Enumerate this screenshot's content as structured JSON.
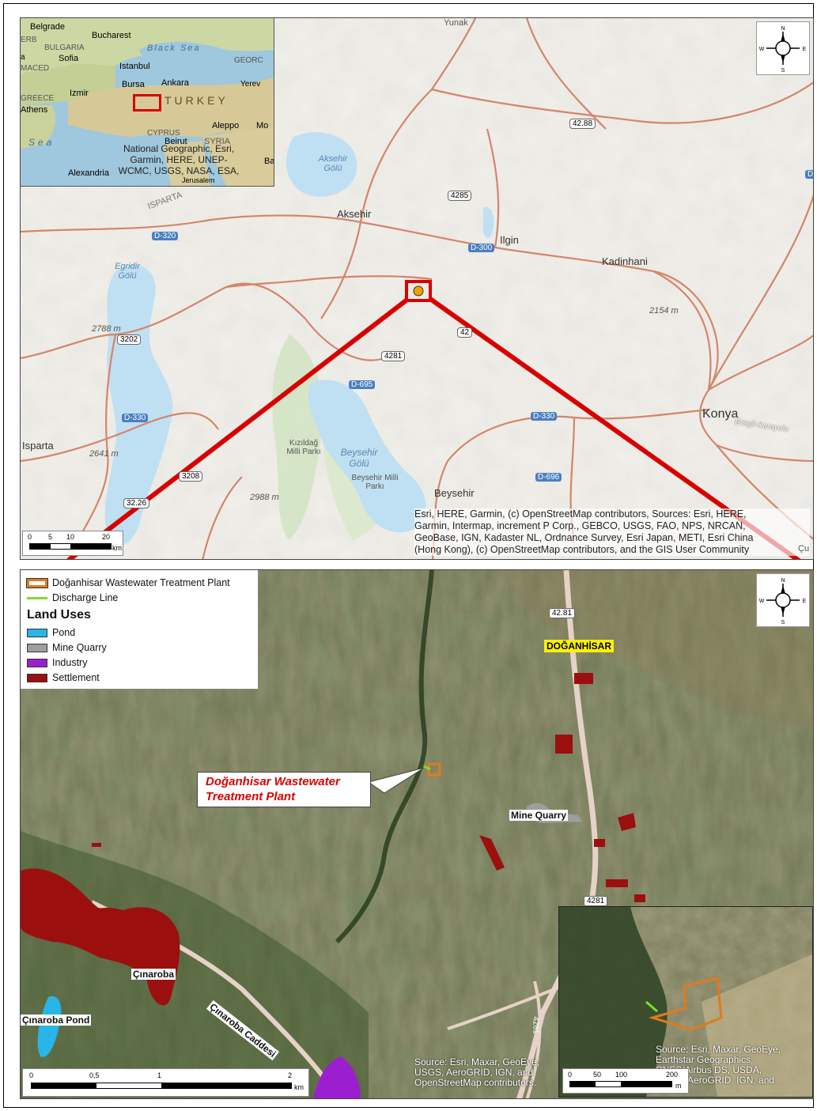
{
  "colors": {
    "road": "#d4856a",
    "water": "#bfe0f2",
    "settlement": "#9c0f0f",
    "pond": "#29b5e8",
    "quarry": "#9e9e9e",
    "industry": "#9c1fcf",
    "plant_outline": "#e07a1e",
    "discharge": "#7ddc2c",
    "callout_red": "#d80000"
  },
  "inset_map": {
    "places": [
      "Belgrade",
      "Bucharest",
      "BULGARIA",
      "Sofia",
      "MACED",
      "Istanbul",
      "Bursa",
      "Ankara",
      "Black Sea",
      "GEORC",
      "Yerev",
      "GREECE",
      "Izmir",
      "TURKEY",
      "Athens",
      "Sea",
      "CYPRUS",
      "Aleppo",
      "Mo",
      "Beirut",
      "SYRIA",
      "Alexandria",
      "Jerusalem",
      "Ba",
      "ERB",
      "a"
    ],
    "attribution": [
      "National Geographic, Esri,",
      "Garmin, HERE, UNEP-",
      "WCMC, USGS, NASA, ESA,"
    ]
  },
  "regional_map": {
    "places": [
      "Aksehir",
      "Ilgin",
      "Kadinhani",
      "Konya",
      "Beysehir",
      "Isparta",
      "Egridir Gölü",
      "Aksehir Gölü",
      "Beysehir Gölü",
      "Beysehir Milli Parkı",
      "Kızıldağ Milli Parkı",
      "Konya",
      "Yunak",
      "Eregli-Karayolu",
      "ISPARTA"
    ],
    "roads": [
      "42.88",
      "4285",
      "D-300",
      "D-320",
      "3202",
      "4281",
      "D-695",
      "D-330",
      "D-330",
      "3208",
      "32.26",
      "D-696",
      "42",
      "D",
      "D-300"
    ],
    "elevations": [
      "2788 m",
      "2154 m",
      "2641 m",
      "2988 m"
    ],
    "attribution": [
      "Esri, HERE, Garmin, (c) OpenStreetMap contributors, Sources: Esri, HERE,",
      "Garmin, Intermap, increment P Corp., GEBCO, USGS, FAO, NPS, NRCAN,",
      "GeoBase, IGN, Kadaster NL, Ordnance Survey, Esri Japan, METI, Esri China",
      "(Hong Kong), (c) OpenStreetMap contributors, and the GIS User Community"
    ],
    "extra": "Çu",
    "scale": {
      "ticks": [
        "0",
        "5",
        "10",
        "20"
      ],
      "unit": "km"
    }
  },
  "north_arrow": {
    "n": "N",
    "s": "S",
    "e": "E",
    "w": "W"
  },
  "legend": {
    "plant": "Doğanhisar Wastewater Treatment Plant",
    "discharge": "Discharge Line",
    "title": "Land Uses",
    "items": [
      {
        "label": "Pond",
        "color": "#29b5e8"
      },
      {
        "label": "Mine Quarry",
        "color": "#9e9e9e"
      },
      {
        "label": "Industry",
        "color": "#9c1fcf"
      },
      {
        "label": "Settlement",
        "color": "#9c0f0f"
      }
    ]
  },
  "site_map": {
    "town": "DOĞANHİSAR",
    "callout": [
      "Doğanhisar Wastewater",
      "Treatment Plant"
    ],
    "quarry": "Mine Quarry",
    "village": "Çınaroba",
    "pond": "Çınaroba Pond",
    "street": "Çınaroba Caddesi",
    "road_top": "42.81",
    "road_bottom": "4281",
    "road_side": "4281",
    "attribution": [
      "Source: Esri, Maxar, GeoEye,",
      "USGS, AeroGRID, IGN, and",
      "OpenStreetMap contributors."
    ],
    "scale": {
      "ticks": [
        "0",
        "0,5",
        "1",
        "2"
      ],
      "unit": "km"
    }
  },
  "detail_inset": {
    "attribution": [
      "Source: Esri, Maxar, GeoEye,",
      "Earthstar Geographics,",
      "CNES/Airbus DS, USDA,",
      "USGS, AeroGRID, IGN, and"
    ],
    "scale": {
      "ticks": [
        "0",
        "50",
        "100",
        "200"
      ],
      "unit": "m"
    }
  }
}
